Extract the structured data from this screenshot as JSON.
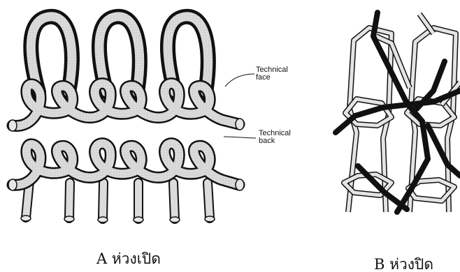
{
  "figures": [
    {
      "caption": "A ห่วงเปิด",
      "labels": [
        "Technical face",
        "Technical back"
      ]
    },
    {
      "caption": "B ห่วงปิด"
    }
  ]
}
